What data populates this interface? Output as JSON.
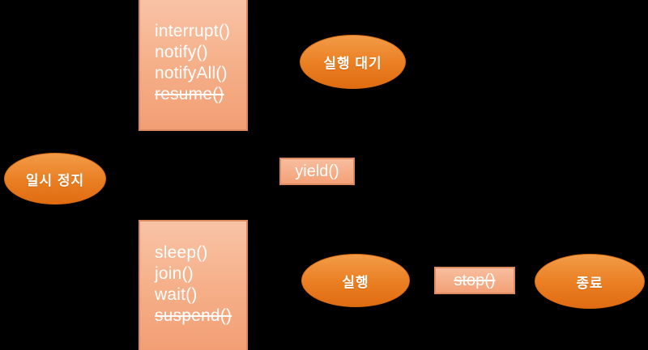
{
  "diagram": {
    "background_color": "#000000",
    "colors": {
      "box_fill_top": "#F9C3A6",
      "box_fill_bottom": "#F29E74",
      "box_border": "#DD8A60",
      "ellipse_fill_top": "#F29C48",
      "ellipse_fill_bottom": "#E06C12",
      "text": "#FFFFFF"
    },
    "nodes": {
      "top_method_box": {
        "lines": [
          {
            "label": "interrupt()",
            "strikethrough": false
          },
          {
            "label": "notify()",
            "strikethrough": false
          },
          {
            "label": "notifyAll()",
            "strikethrough": false
          },
          {
            "label": "resume()",
            "strikethrough": true
          }
        ]
      },
      "bottom_method_box": {
        "lines": [
          {
            "label": "sleep()",
            "strikethrough": false
          },
          {
            "label": "join()",
            "strikethrough": false
          },
          {
            "label": "wait()",
            "strikethrough": false
          },
          {
            "label": "suspend()",
            "strikethrough": true
          }
        ]
      },
      "yield_box": {
        "label": "yield()",
        "strikethrough": false
      },
      "stop_box": {
        "label": "stop()",
        "strikethrough": true
      },
      "runnable_state": {
        "label": "실행 대기"
      },
      "paused_state": {
        "label": "일시 정지"
      },
      "running_state": {
        "label": "실행"
      },
      "terminated_state": {
        "label": "종료"
      }
    }
  }
}
